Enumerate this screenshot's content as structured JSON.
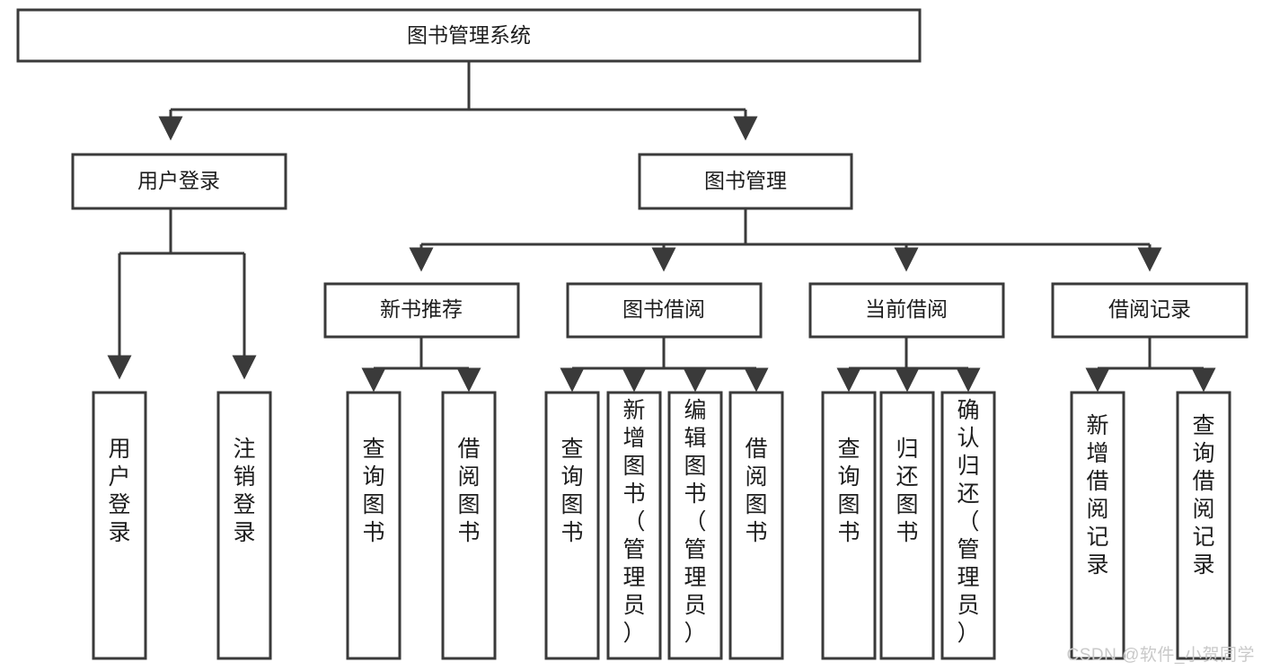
{
  "diagram": {
    "type": "tree-flowchart",
    "title": "图书管理系统",
    "watermark": "CSDN @软件_小贺同学",
    "colors": {
      "stroke": "#3a3a3a",
      "box_fill": "#ffffff",
      "text": "#1d1d1d",
      "background": "#ffffff",
      "watermark": "#c9c9c9"
    },
    "levels": {
      "root": {
        "label": "图书管理系统"
      },
      "level2": [
        {
          "id": "user-login",
          "label": "用户登录"
        },
        {
          "id": "book-management",
          "label": "图书管理"
        }
      ],
      "level3": [
        {
          "id": "new-book-recommend",
          "label": "新书推荐",
          "parent": "book-management"
        },
        {
          "id": "book-borrow",
          "label": "图书借阅",
          "parent": "book-management"
        },
        {
          "id": "current-borrow",
          "label": "当前借阅",
          "parent": "book-management"
        },
        {
          "id": "borrow-record",
          "label": "借阅记录",
          "parent": "book-management"
        }
      ],
      "leaves": [
        {
          "id": "leaf-user-login",
          "label": "用户登录",
          "parent": "user-login"
        },
        {
          "id": "leaf-logout-login",
          "label": "注销登录",
          "parent": "user-login"
        },
        {
          "id": "leaf-query-book-1",
          "label": "查询图书",
          "parent": "new-book-recommend"
        },
        {
          "id": "leaf-borrow-book-1",
          "label": "借阅图书",
          "parent": "new-book-recommend"
        },
        {
          "id": "leaf-query-book-2",
          "label": "查询图书",
          "parent": "book-borrow"
        },
        {
          "id": "leaf-add-book",
          "label": "新增图书（管理员）",
          "parent": "book-borrow"
        },
        {
          "id": "leaf-edit-book",
          "label": "编辑图书（管理员）",
          "parent": "book-borrow"
        },
        {
          "id": "leaf-borrow-book-2",
          "label": "借阅图书",
          "parent": "book-borrow"
        },
        {
          "id": "leaf-query-book-3",
          "label": "查询图书",
          "parent": "current-borrow"
        },
        {
          "id": "leaf-return-book",
          "label": "归还图书",
          "parent": "current-borrow"
        },
        {
          "id": "leaf-confirm-return",
          "label": "确认归还（管理员）",
          "parent": "current-borrow"
        },
        {
          "id": "leaf-add-record",
          "label": "新增借阅记录",
          "parent": "borrow-record"
        },
        {
          "id": "leaf-query-record",
          "label": "查询借阅记录",
          "parent": "borrow-record"
        }
      ]
    }
  }
}
